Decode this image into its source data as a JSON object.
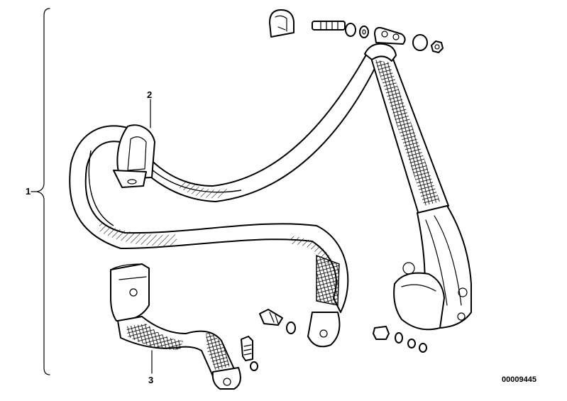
{
  "diagram": {
    "callouts": [
      {
        "id": "1",
        "label": "1"
      },
      {
        "id": "2",
        "label": "2"
      },
      {
        "id": "3",
        "label": "3"
      }
    ],
    "document_number": "00009445"
  }
}
